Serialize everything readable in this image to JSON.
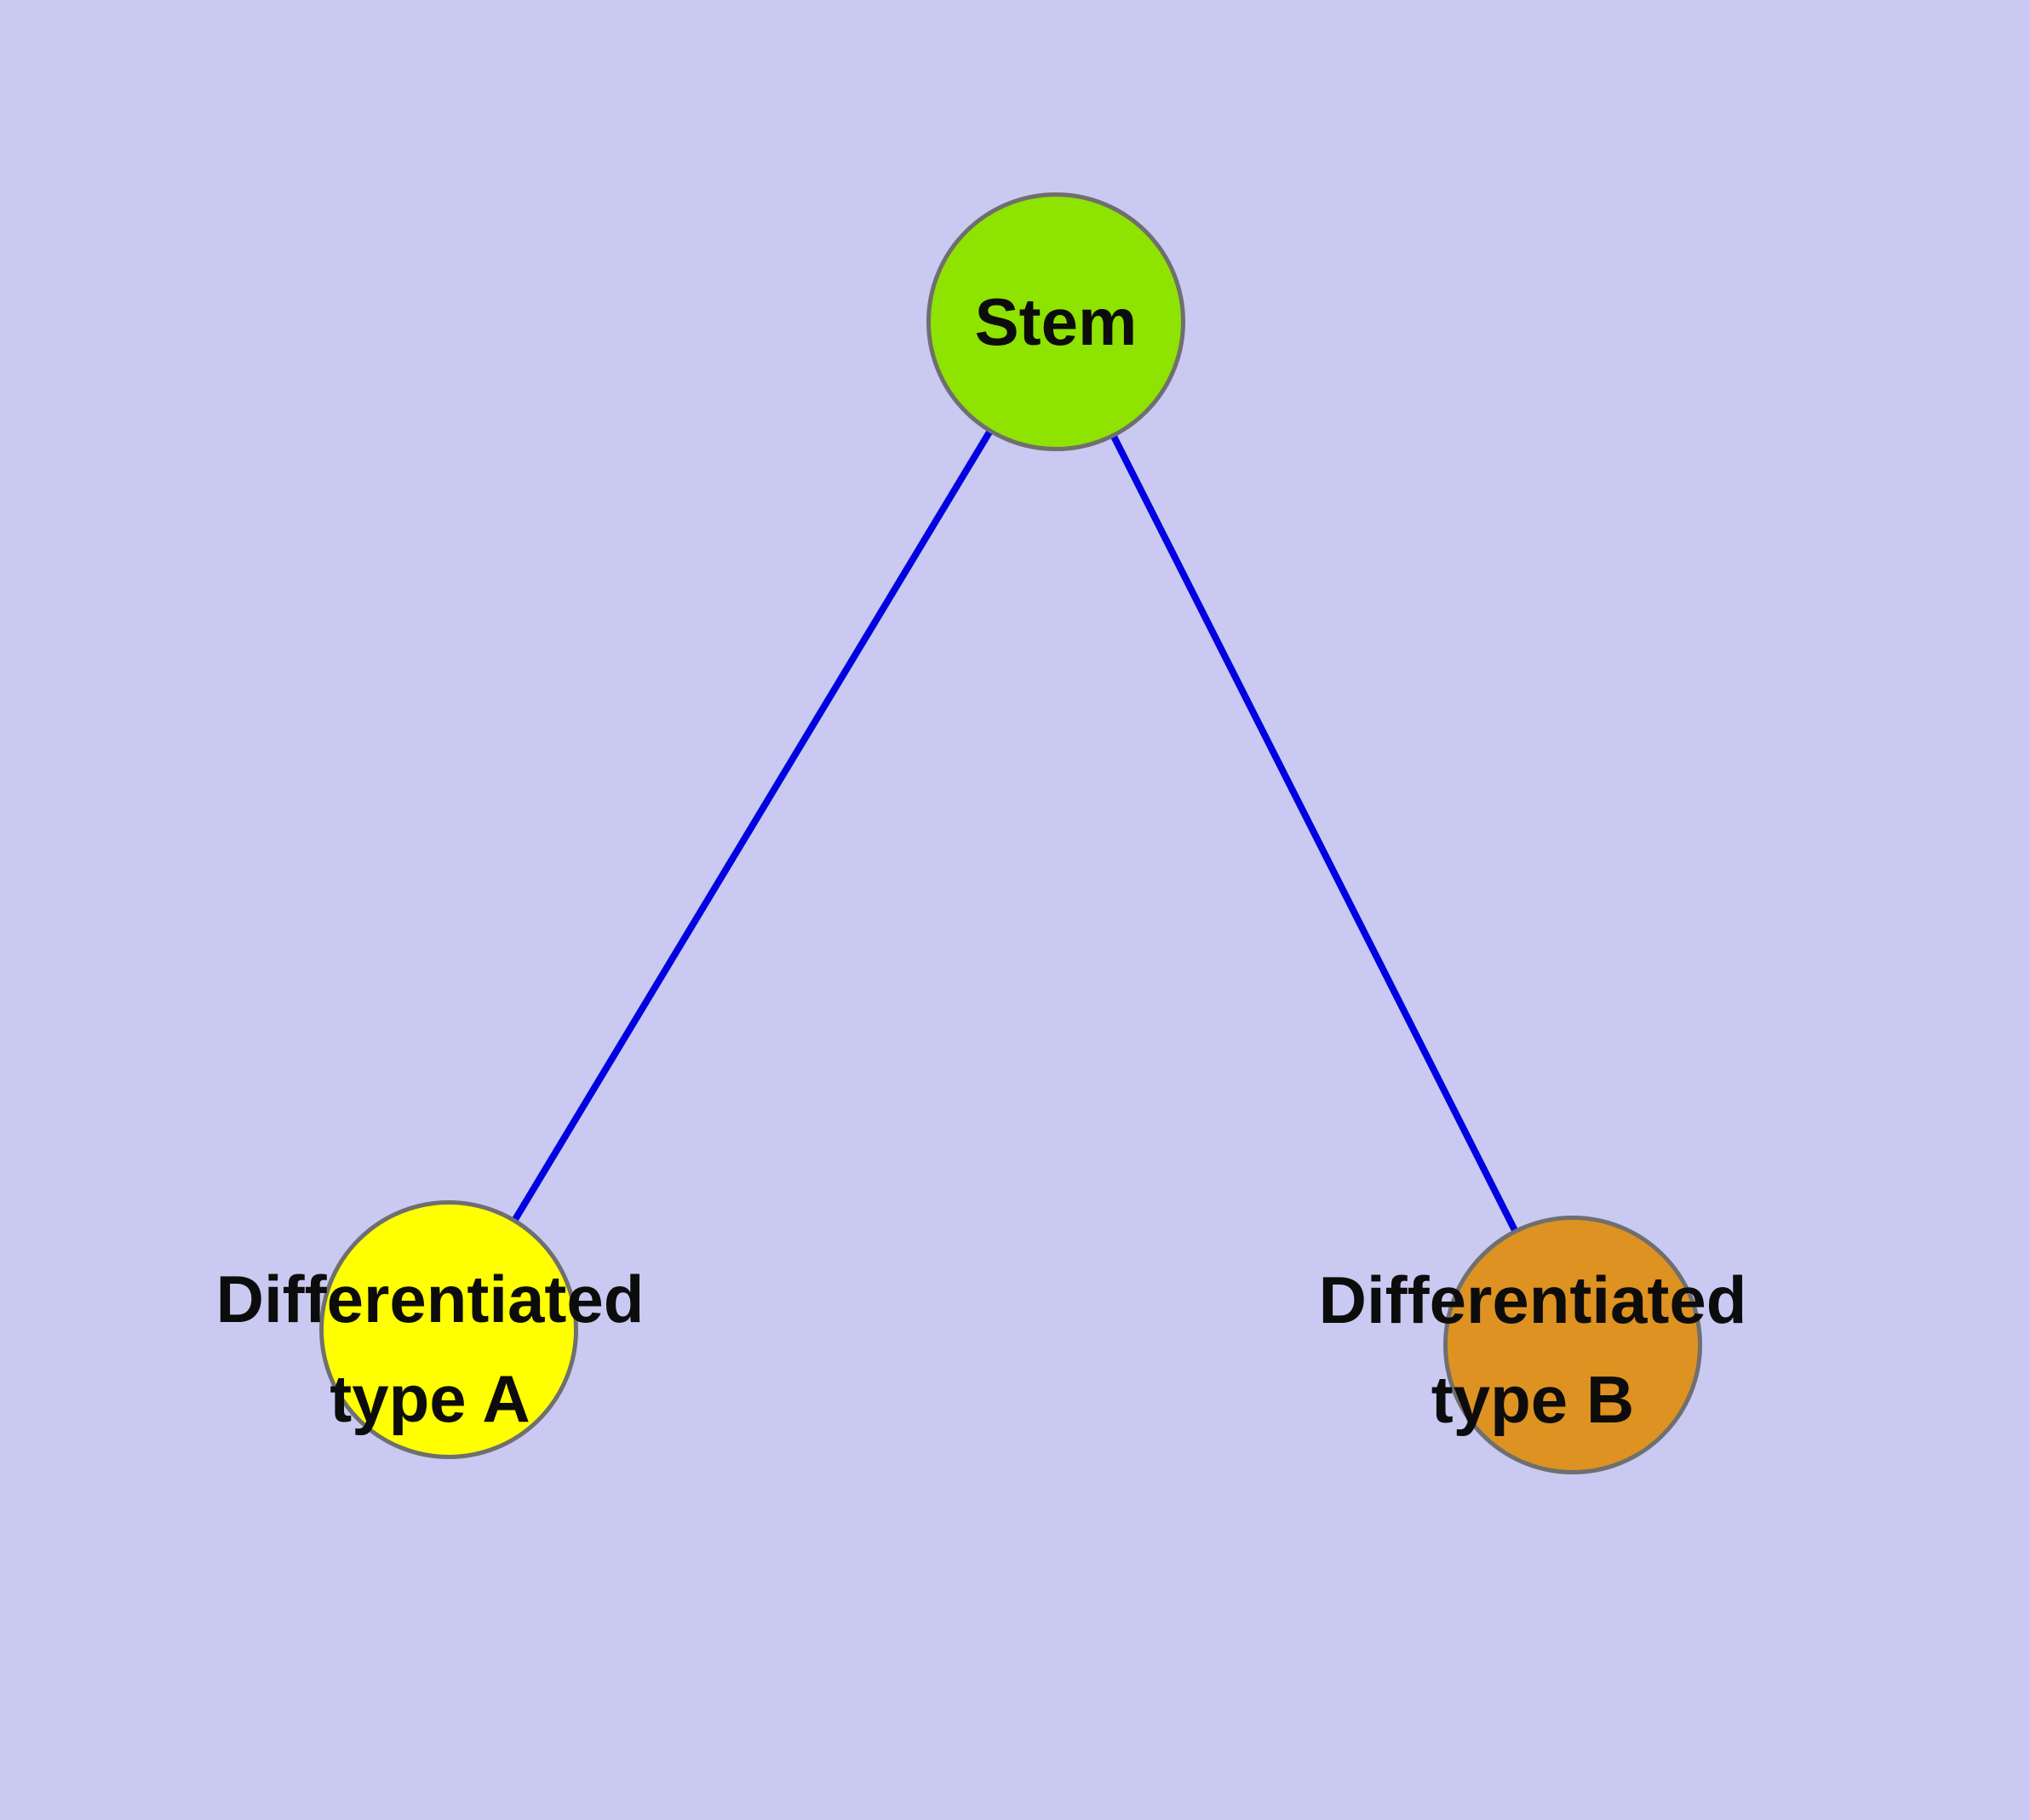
{
  "diagram": {
    "type": "graph",
    "background_color": "#c9c9f1",
    "edge_color": "#0000e0",
    "node_border_color": "#6f6f6f",
    "nodes": [
      {
        "id": "stem",
        "label": "Stem",
        "color": "#8fe300"
      },
      {
        "id": "typeA",
        "label": "Differentiated\ntype A",
        "color": "#ffff00"
      },
      {
        "id": "typeB",
        "label": "Differentiated\ntype B",
        "color": "#de9221"
      }
    ],
    "edges": [
      {
        "from": "stem",
        "to": "typeA"
      },
      {
        "from": "stem",
        "to": "typeB"
      }
    ]
  }
}
